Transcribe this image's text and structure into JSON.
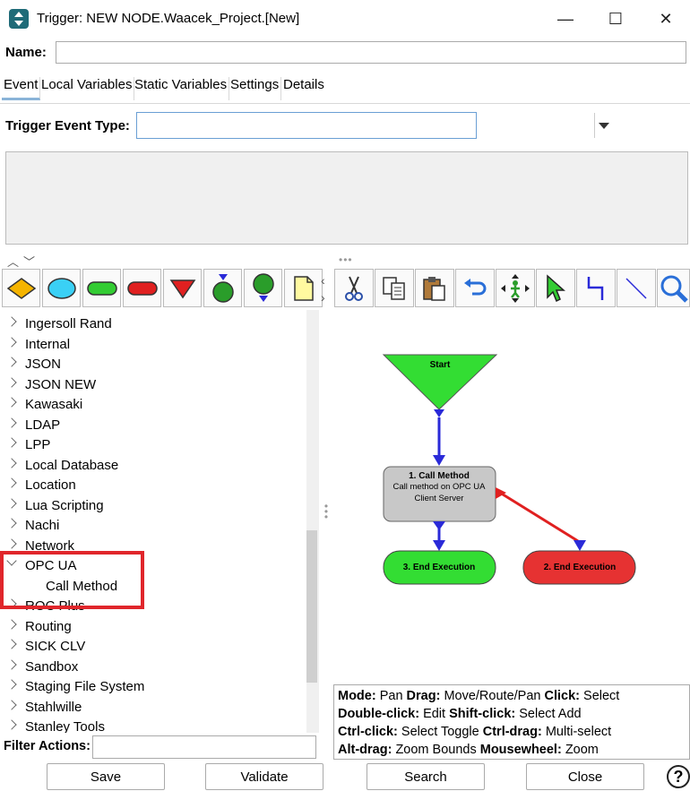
{
  "window": {
    "title": "Trigger: NEW NODE.Waacek_Project.[New]",
    "controls": {
      "minimize": "—",
      "maximize": "☐",
      "close": "✕"
    }
  },
  "name_row": {
    "label": "Name:",
    "value": ""
  },
  "tabs": [
    {
      "label": "Event",
      "active": true
    },
    {
      "label": "Local Variables",
      "active": false
    },
    {
      "label": "Static Variables",
      "active": false
    },
    {
      "label": "Settings",
      "active": false
    },
    {
      "label": "Details",
      "active": false
    }
  ],
  "trigger_event": {
    "label": "Trigger Event Type:",
    "value": ""
  },
  "shape_tools": [
    {
      "name": "decision-shape-icon",
      "color": "#f5b400"
    },
    {
      "name": "ellipse-shape-icon",
      "color": "#3ad0f5"
    },
    {
      "name": "green-terminator-icon",
      "color": "#33cc33"
    },
    {
      "name": "red-terminator-icon",
      "color": "#e02020"
    },
    {
      "name": "start-triangle-icon",
      "color": "#e02020"
    },
    {
      "name": "green-node-icon",
      "color": "#2a9d2a"
    },
    {
      "name": "pin-node-icon",
      "color": "#2a9d2a"
    },
    {
      "name": "note-icon",
      "color": "#fff9a0"
    }
  ],
  "edit_tools": [
    "cut-icon",
    "copy-icon",
    "paste-icon",
    "undo-icon",
    "move-icon",
    "select-icon",
    "route-icon",
    "line-icon",
    "zoom-icon"
  ],
  "tree": {
    "items": [
      {
        "label": "Ingersoll Rand",
        "expanded": false
      },
      {
        "label": "Internal",
        "expanded": false
      },
      {
        "label": "JSON",
        "expanded": false
      },
      {
        "label": "JSON NEW",
        "expanded": false
      },
      {
        "label": "Kawasaki",
        "expanded": false
      },
      {
        "label": "LDAP",
        "expanded": false
      },
      {
        "label": "LPP",
        "expanded": false
      },
      {
        "label": "Local Database",
        "expanded": false
      },
      {
        "label": "Location",
        "expanded": false
      },
      {
        "label": "Lua Scripting",
        "expanded": false
      },
      {
        "label": "Nachi",
        "expanded": false
      },
      {
        "label": "Network",
        "expanded": false
      },
      {
        "label": "OPC UA",
        "expanded": true
      },
      {
        "label": "Call Method",
        "child": true
      },
      {
        "label": "ROC Plus",
        "expanded": false
      },
      {
        "label": "Routing",
        "expanded": false
      },
      {
        "label": "SICK CLV",
        "expanded": false
      },
      {
        "label": "Sandbox",
        "expanded": false
      },
      {
        "label": "Staging File System",
        "expanded": false
      },
      {
        "label": "Stahlwille",
        "expanded": false
      },
      {
        "label": "Stanley Tools",
        "expanded": false
      }
    ]
  },
  "flow": {
    "start": {
      "label": "Start",
      "color": "#33dd33"
    },
    "call_method": {
      "title": "1. Call Method",
      "line1": "Call method on OPC UA",
      "line2": "Client Server",
      "color": "#c8c8c8"
    },
    "end_ok": {
      "label": "3. End Execution",
      "color": "#33dd33"
    },
    "end_err": {
      "label": "2. End Execution",
      "color": "#e63232"
    },
    "success_arrow_color": "#2a2ad8",
    "error_arrow_color": "#e02020"
  },
  "help": {
    "line1": [
      {
        "k": "Mode:",
        "v": " Pan  "
      },
      {
        "k": "Drag:",
        "v": " Move/Route/Pan  "
      },
      {
        "k": "Click:",
        "v": " Select"
      }
    ],
    "line2": [
      {
        "k": "Double-click:",
        "v": " Edit  "
      },
      {
        "k": "Shift-click:",
        "v": " Select Add"
      }
    ],
    "line3": [
      {
        "k": "Ctrl-click:",
        "v": " Select Toggle  "
      },
      {
        "k": "Ctrl-drag:",
        "v": " Multi-select"
      }
    ],
    "line4": [
      {
        "k": "Alt-drag:",
        "v": " Zoom Bounds  "
      },
      {
        "k": "Mousewheel:",
        "v": " Zoom"
      }
    ]
  },
  "filter": {
    "label": "Filter Actions:",
    "value": ""
  },
  "buttons": {
    "save": "Save",
    "validate": "Validate",
    "search": "Search",
    "close": "Close",
    "help": "?"
  }
}
